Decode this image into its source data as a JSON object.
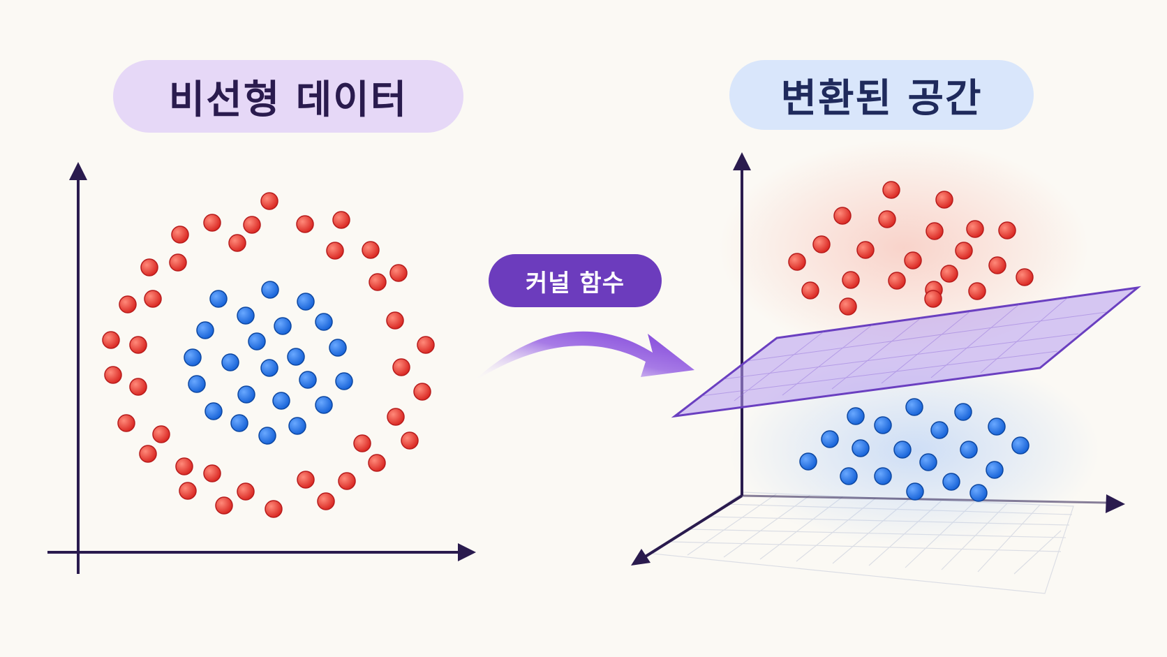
{
  "left_panel": {
    "title": "비선형 데이터",
    "classes": {
      "outer_ring": "red",
      "inner_cluster": "blue"
    }
  },
  "right_panel": {
    "title": "변환된 공간",
    "classes": {
      "upper_cluster": "red",
      "lower_cluster": "blue"
    },
    "separator": "plane"
  },
  "transform": {
    "label": "커널 함수"
  },
  "colors": {
    "red_point": "#e53935",
    "blue_point": "#1e6fe0",
    "axis": "#2a1b4e",
    "plane_fill": "#b79cf0",
    "plane_edge": "#6a3fc0",
    "arrow_start": "#ffffff",
    "arrow_end": "#7d3fd8",
    "left_title_bg": "#e6d8f7",
    "right_title_bg": "#d9e6fb",
    "kernel_bg": "#6c3cbd"
  },
  "icons": [
    "up-arrow-icon",
    "right-arrow-icon",
    "curved-arrow-icon"
  ]
}
